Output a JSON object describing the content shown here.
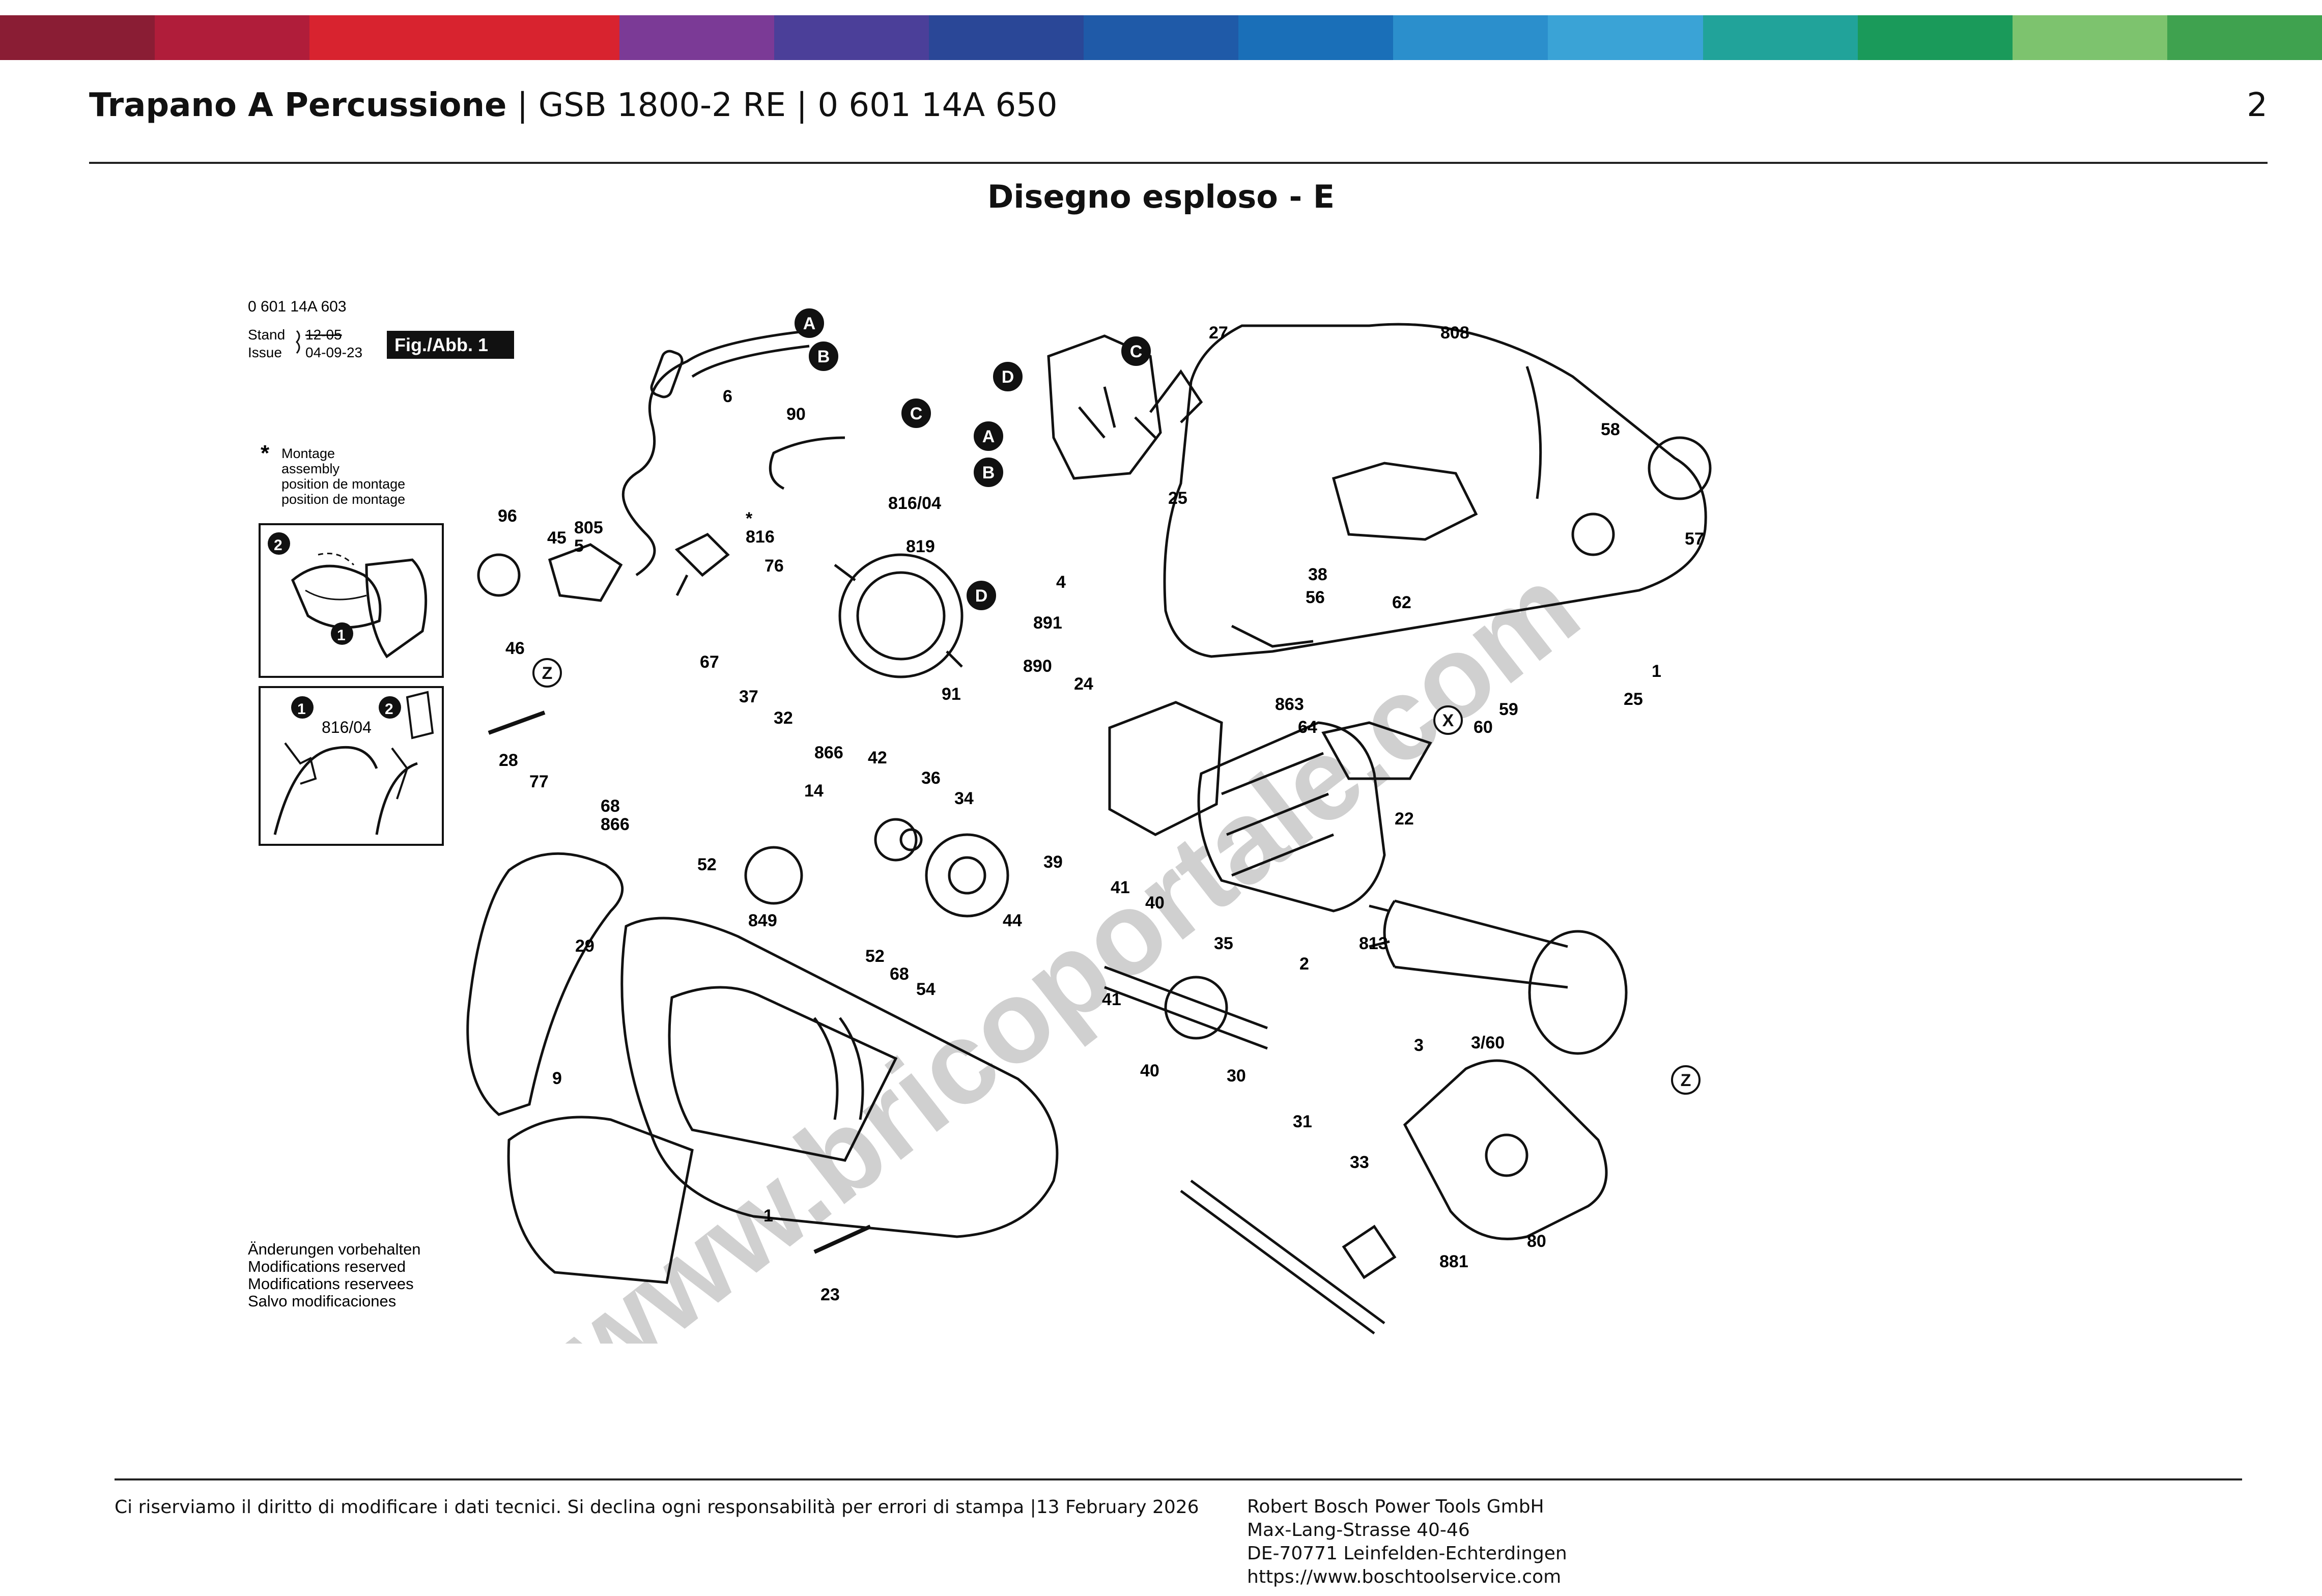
{
  "header": {
    "product_name": "Trapano A Percussione",
    "separator": "|",
    "model": "GSB 1800-2 RE",
    "part_number": "0 601 14A 650",
    "page_number": "2"
  },
  "section_title": "Disegno esploso - E",
  "diagram": {
    "drawing_number": "0 601 14A 603",
    "stand_label": "Stand",
    "issue_label": "Issue",
    "stand_date_struck": "12-05",
    "issue_date": "04-09-23",
    "fig_label": "Fig./Abb. 1",
    "montage_note": [
      "Montage",
      "assembly",
      "position de montage",
      "position de montage"
    ],
    "montage_star": "*",
    "modifications_note": [
      "Änderungen vorbehalten",
      "Modifications reserved",
      "Modifications reservees",
      "Salvo modificaciones"
    ],
    "watermark": "www.bricoportale.com",
    "connector_letters": [
      "A",
      "B",
      "C",
      "D",
      "A",
      "B",
      "C",
      "D",
      "Z",
      "Z",
      "X"
    ],
    "inset_labels": {
      "step1": "1",
      "step2": "2",
      "part": "816/04"
    },
    "part_labels": [
      "6",
      "90",
      "816/04",
      "*\n816",
      "819",
      "4",
      "27",
      "808",
      "25",
      "58",
      "57",
      "96",
      "45",
      "805\n5",
      "76",
      "46",
      "67",
      "28",
      "77",
      "68\n866",
      "37",
      "32",
      "866",
      "14",
      "52",
      "849",
      "42",
      "36",
      "34",
      "52",
      "68",
      "54",
      "39",
      "44",
      "41",
      "40",
      "41",
      "35",
      "40",
      "30",
      "2",
      "813",
      "3",
      "3/60",
      "31",
      "33",
      "881",
      "80",
      "29",
      "9",
      "1",
      "23",
      "891",
      "890",
      "91",
      "24",
      "863",
      "64",
      "38",
      "56",
      "62",
      "60",
      "59",
      "25",
      "1",
      "22"
    ]
  },
  "footer": {
    "disclaimer": "Ci riserviamo il diritto di modificare i dati tecnici. Si declina ogni responsabilità per errori di stampa |13 February 2026",
    "company": "Robert Bosch Power Tools GmbH",
    "street": "Max-Lang-Strasse 40-46",
    "city": "DE-70771 Leinfelden-Echterdingen",
    "website": "https://www.boschtoolservice.com"
  },
  "colors": {
    "band": [
      "#8a1d34",
      "#b01d3a",
      "#d8232f",
      "#d8232f",
      "#7b3a96",
      "#4b3f99",
      "#2a4797",
      "#1f5aa8",
      "#1a6fb8",
      "#2b8fcc",
      "#3aa3d6",
      "#21a39a",
      "#1a9a5a",
      "#7dc36e",
      "#3fa24f"
    ],
    "text": "#111111",
    "watermark": "#d0d0d0"
  }
}
